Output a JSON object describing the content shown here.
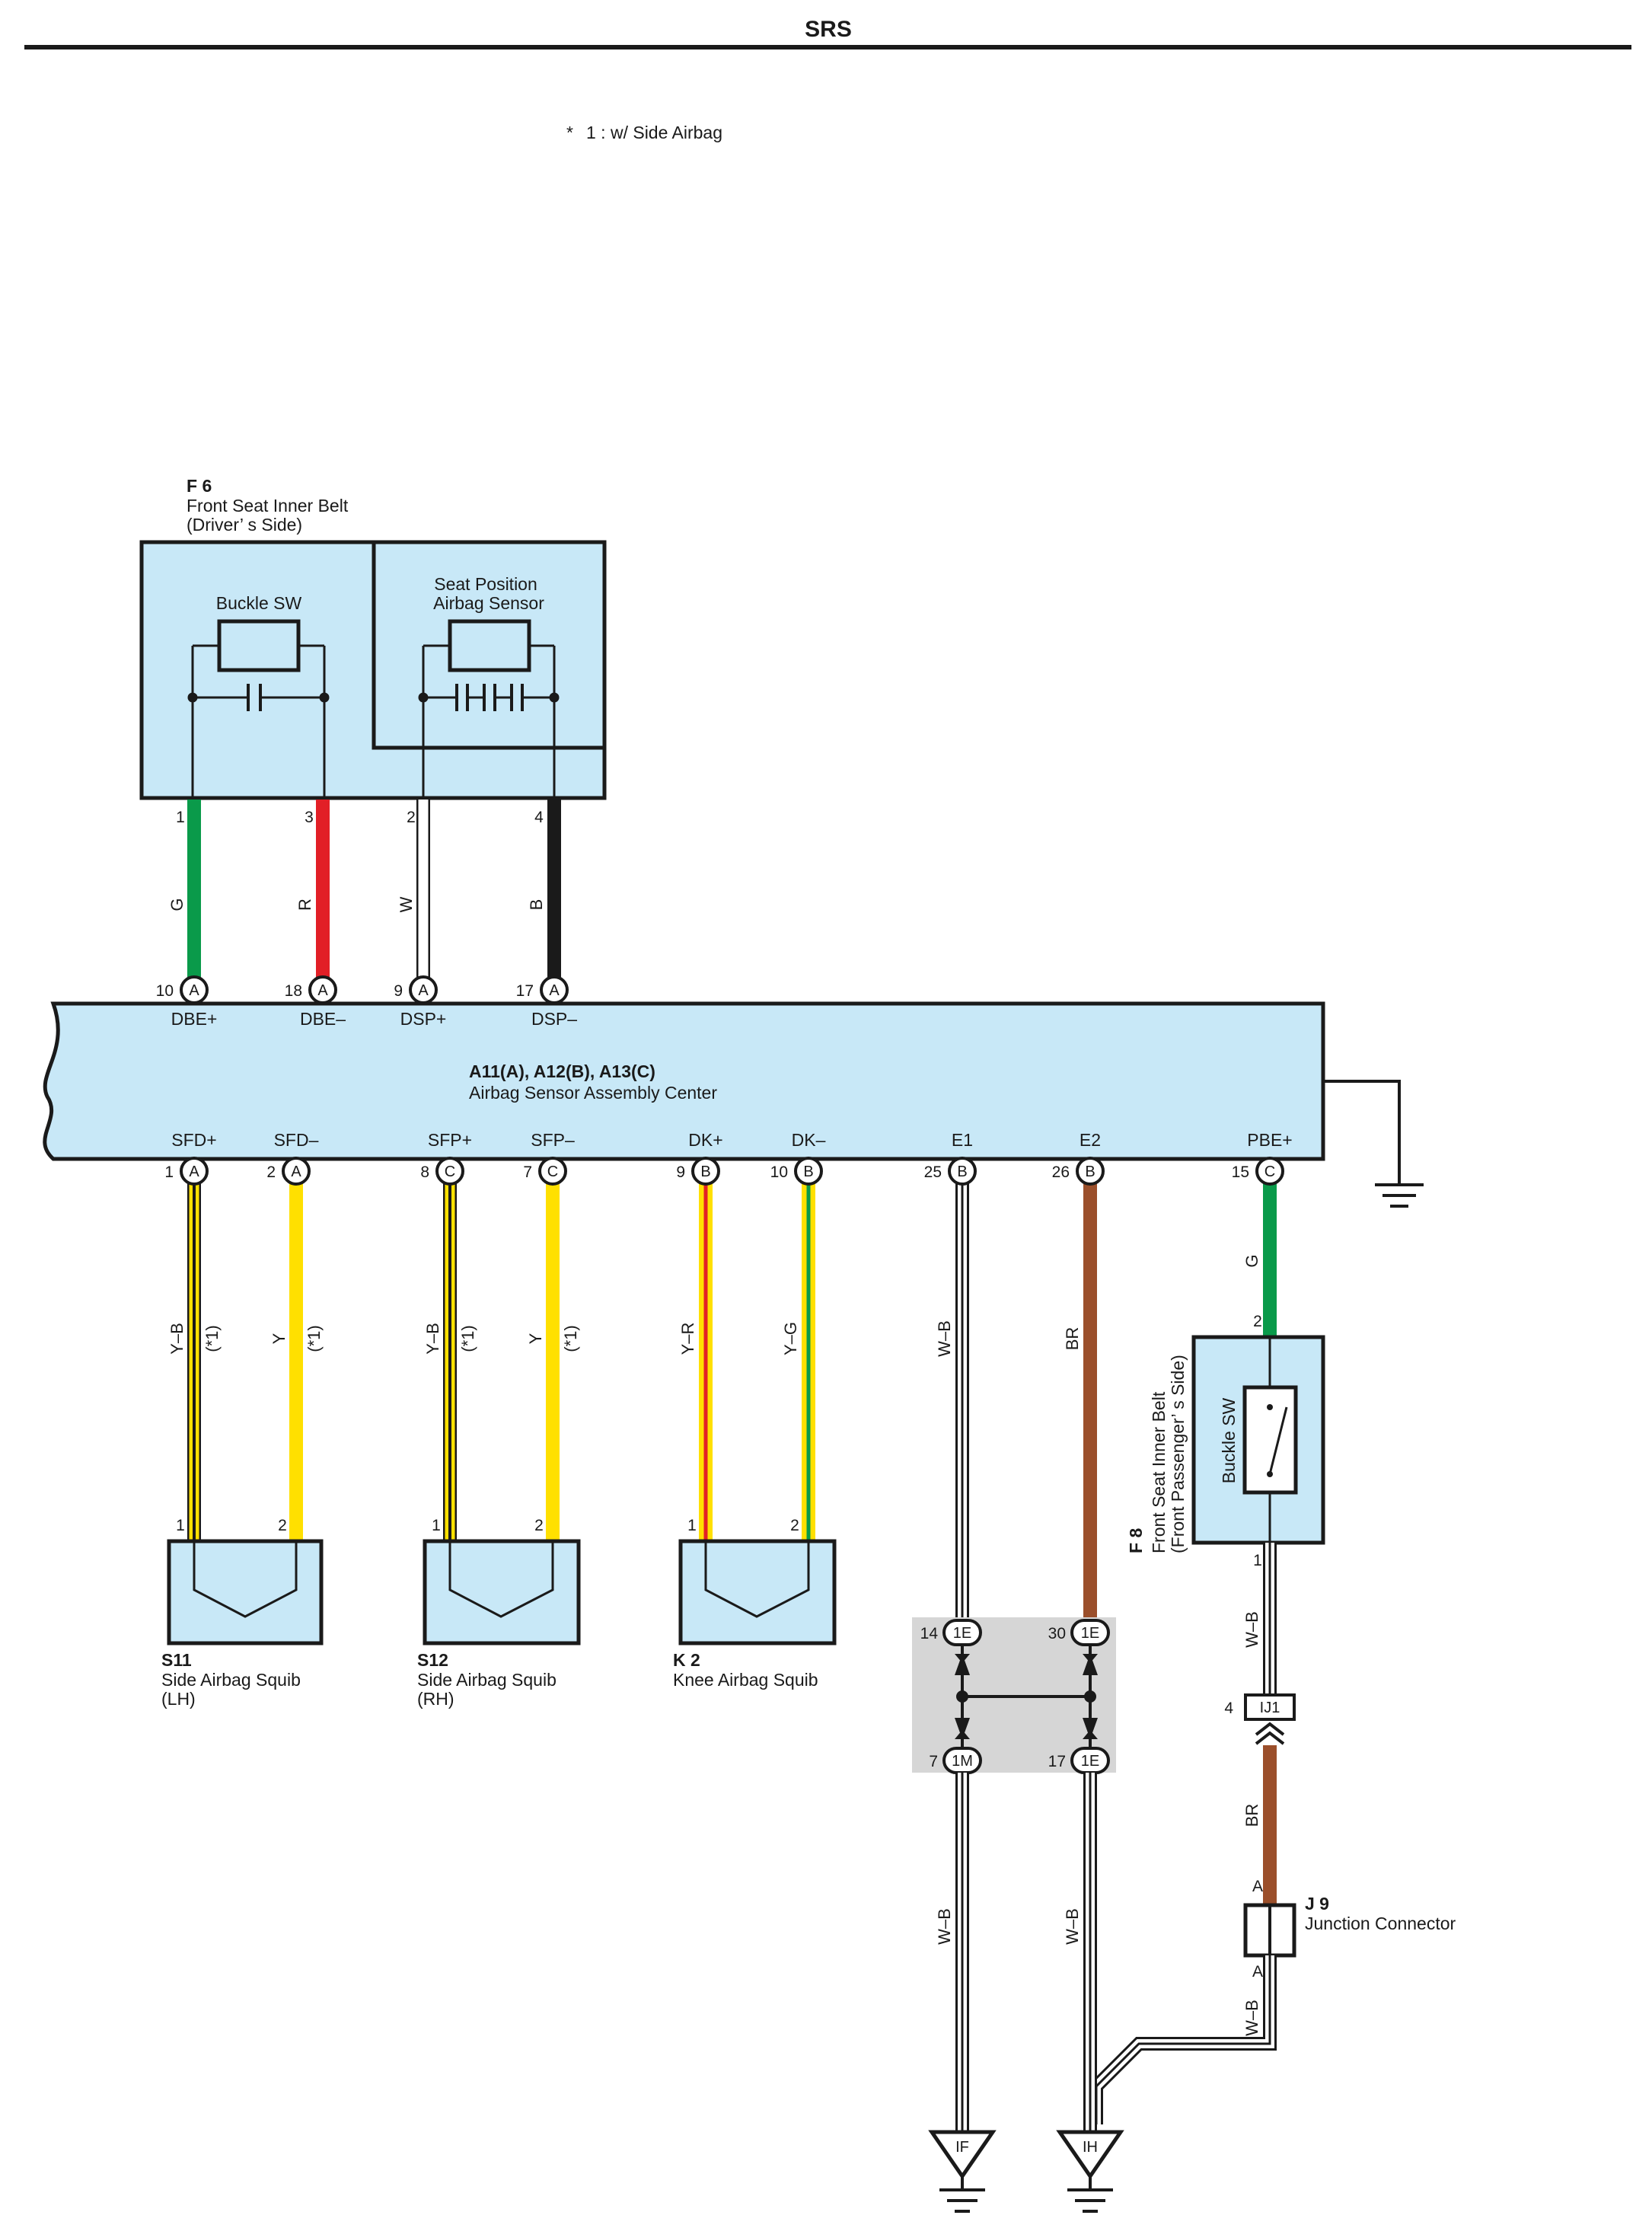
{
  "page_title": "SRS",
  "footnote": "1 : w/ Side Airbag",
  "footnote_mark": "*",
  "colors": {
    "box_fill": "#c8e8f7",
    "wire_G": "#0a9a4a",
    "wire_R": "#e21f26",
    "wire_W": "#ffffff",
    "wire_B": "#1a1a1a",
    "wire_Y": "#ffe000",
    "wire_BR": "#9b4f2b",
    "junction_fill": "#d6d6d6"
  },
  "f6": {
    "code": "F 6",
    "name_line1": "Front Seat Inner Belt",
    "name_line2": "(Driver’ s Side)",
    "buckle_label": "Buckle SW",
    "seat_label_line1": "Seat Position",
    "seat_label_line2": "Airbag Sensor",
    "pins": [
      "1",
      "3",
      "2",
      "4"
    ],
    "wires": [
      "G",
      "R",
      "W",
      "B"
    ]
  },
  "ecu": {
    "title": "A11(A), A12(B), A13(C)",
    "subtitle": "Airbag Sensor Assembly Center",
    "top_terminals": [
      {
        "pin": "10",
        "conn": "A",
        "name": "DBE+"
      },
      {
        "pin": "18",
        "conn": "A",
        "name": "DBE–"
      },
      {
        "pin": "9",
        "conn": "A",
        "name": "DSP+"
      },
      {
        "pin": "17",
        "conn": "A",
        "name": "DSP–"
      }
    ],
    "bottom_terminals": [
      {
        "pin": "1",
        "conn": "A",
        "name": "SFD+"
      },
      {
        "pin": "2",
        "conn": "A",
        "name": "SFD–"
      },
      {
        "pin": "8",
        "conn": "C",
        "name": "SFP+"
      },
      {
        "pin": "7",
        "conn": "C",
        "name": "SFP–"
      },
      {
        "pin": "9",
        "conn": "B",
        "name": "DK+"
      },
      {
        "pin": "10",
        "conn": "B",
        "name": "DK–"
      },
      {
        "pin": "25",
        "conn": "B",
        "name": "E1"
      },
      {
        "pin": "26",
        "conn": "B",
        "name": "E2"
      },
      {
        "pin": "15",
        "conn": "C",
        "name": "PBE+"
      }
    ]
  },
  "lower_wires": [
    {
      "color": "Y–B",
      "note": "(*1)"
    },
    {
      "color": "Y",
      "note": "(*1)"
    },
    {
      "color": "Y–B",
      "note": "(*1)"
    },
    {
      "color": "Y",
      "note": "(*1)"
    },
    {
      "color": "Y–R",
      "note": ""
    },
    {
      "color": "Y–G",
      "note": ""
    },
    {
      "color": "W–B",
      "note": ""
    },
    {
      "color": "BR",
      "note": ""
    },
    {
      "color": "G",
      "note": ""
    }
  ],
  "squibs": [
    {
      "code": "S11",
      "name": "Side Airbag Squib",
      "side": "(LH)",
      "pin1": "1",
      "pin2": "2"
    },
    {
      "code": "S12",
      "name": "Side Airbag Squib",
      "side": "(RH)",
      "pin1": "1",
      "pin2": "2"
    },
    {
      "code": "K 2",
      "name": "Knee Airbag Squib",
      "side": "",
      "pin1": "1",
      "pin2": "2"
    }
  ],
  "f8": {
    "code": "F 8",
    "name_line1": "Front Seat Inner Belt",
    "name_line2": "(Front Passenger’ s Side)",
    "switch_label": "Buckle SW",
    "pin_top": "2",
    "pin_bottom": "1",
    "wire_below": "W–B"
  },
  "junction": {
    "tl_pin": "14",
    "tl_conn": "1E",
    "tr_pin": "30",
    "tr_conn": "1E",
    "bl_pin": "7",
    "bl_conn": "1M",
    "br_pin": "17",
    "br_conn": "1E"
  },
  "ij1": {
    "pin": "4",
    "label": "IJ1"
  },
  "j9": {
    "code": "J 9",
    "name": "Junction Connector",
    "pin_top": "A",
    "pin_bottom": "A",
    "wire_above": "BR",
    "wire_below": "W–B"
  },
  "ground_wires": [
    "W–B",
    "W–B"
  ],
  "grounds": [
    "IF",
    "IH"
  ]
}
